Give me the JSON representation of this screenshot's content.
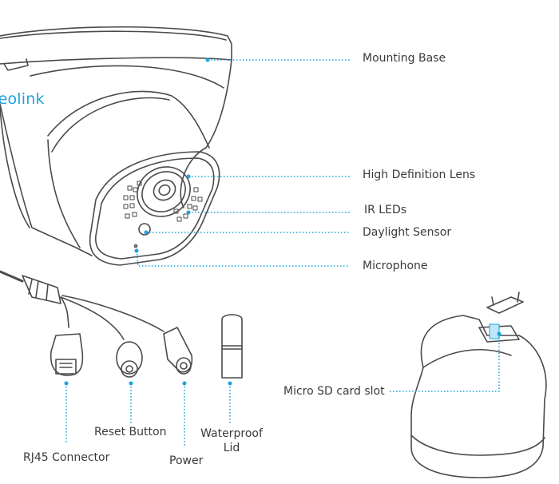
{
  "title": "Camera parts diagram",
  "brand": "reolink",
  "accent_color": "#1aa3de",
  "labels": {
    "mounting_base": "Mounting Base",
    "lens": "High Definition Lens",
    "ir_leds": "IR LEDs",
    "daylight_sensor": "Daylight Sensor",
    "microphone": "Microphone",
    "rj45": "RJ45 Connector",
    "reset": "Reset Button",
    "power": "Power",
    "waterproof_lid_line1": "Waterproof",
    "waterproof_lid_line2": "Lid",
    "sd_slot": "Micro SD card slot"
  }
}
